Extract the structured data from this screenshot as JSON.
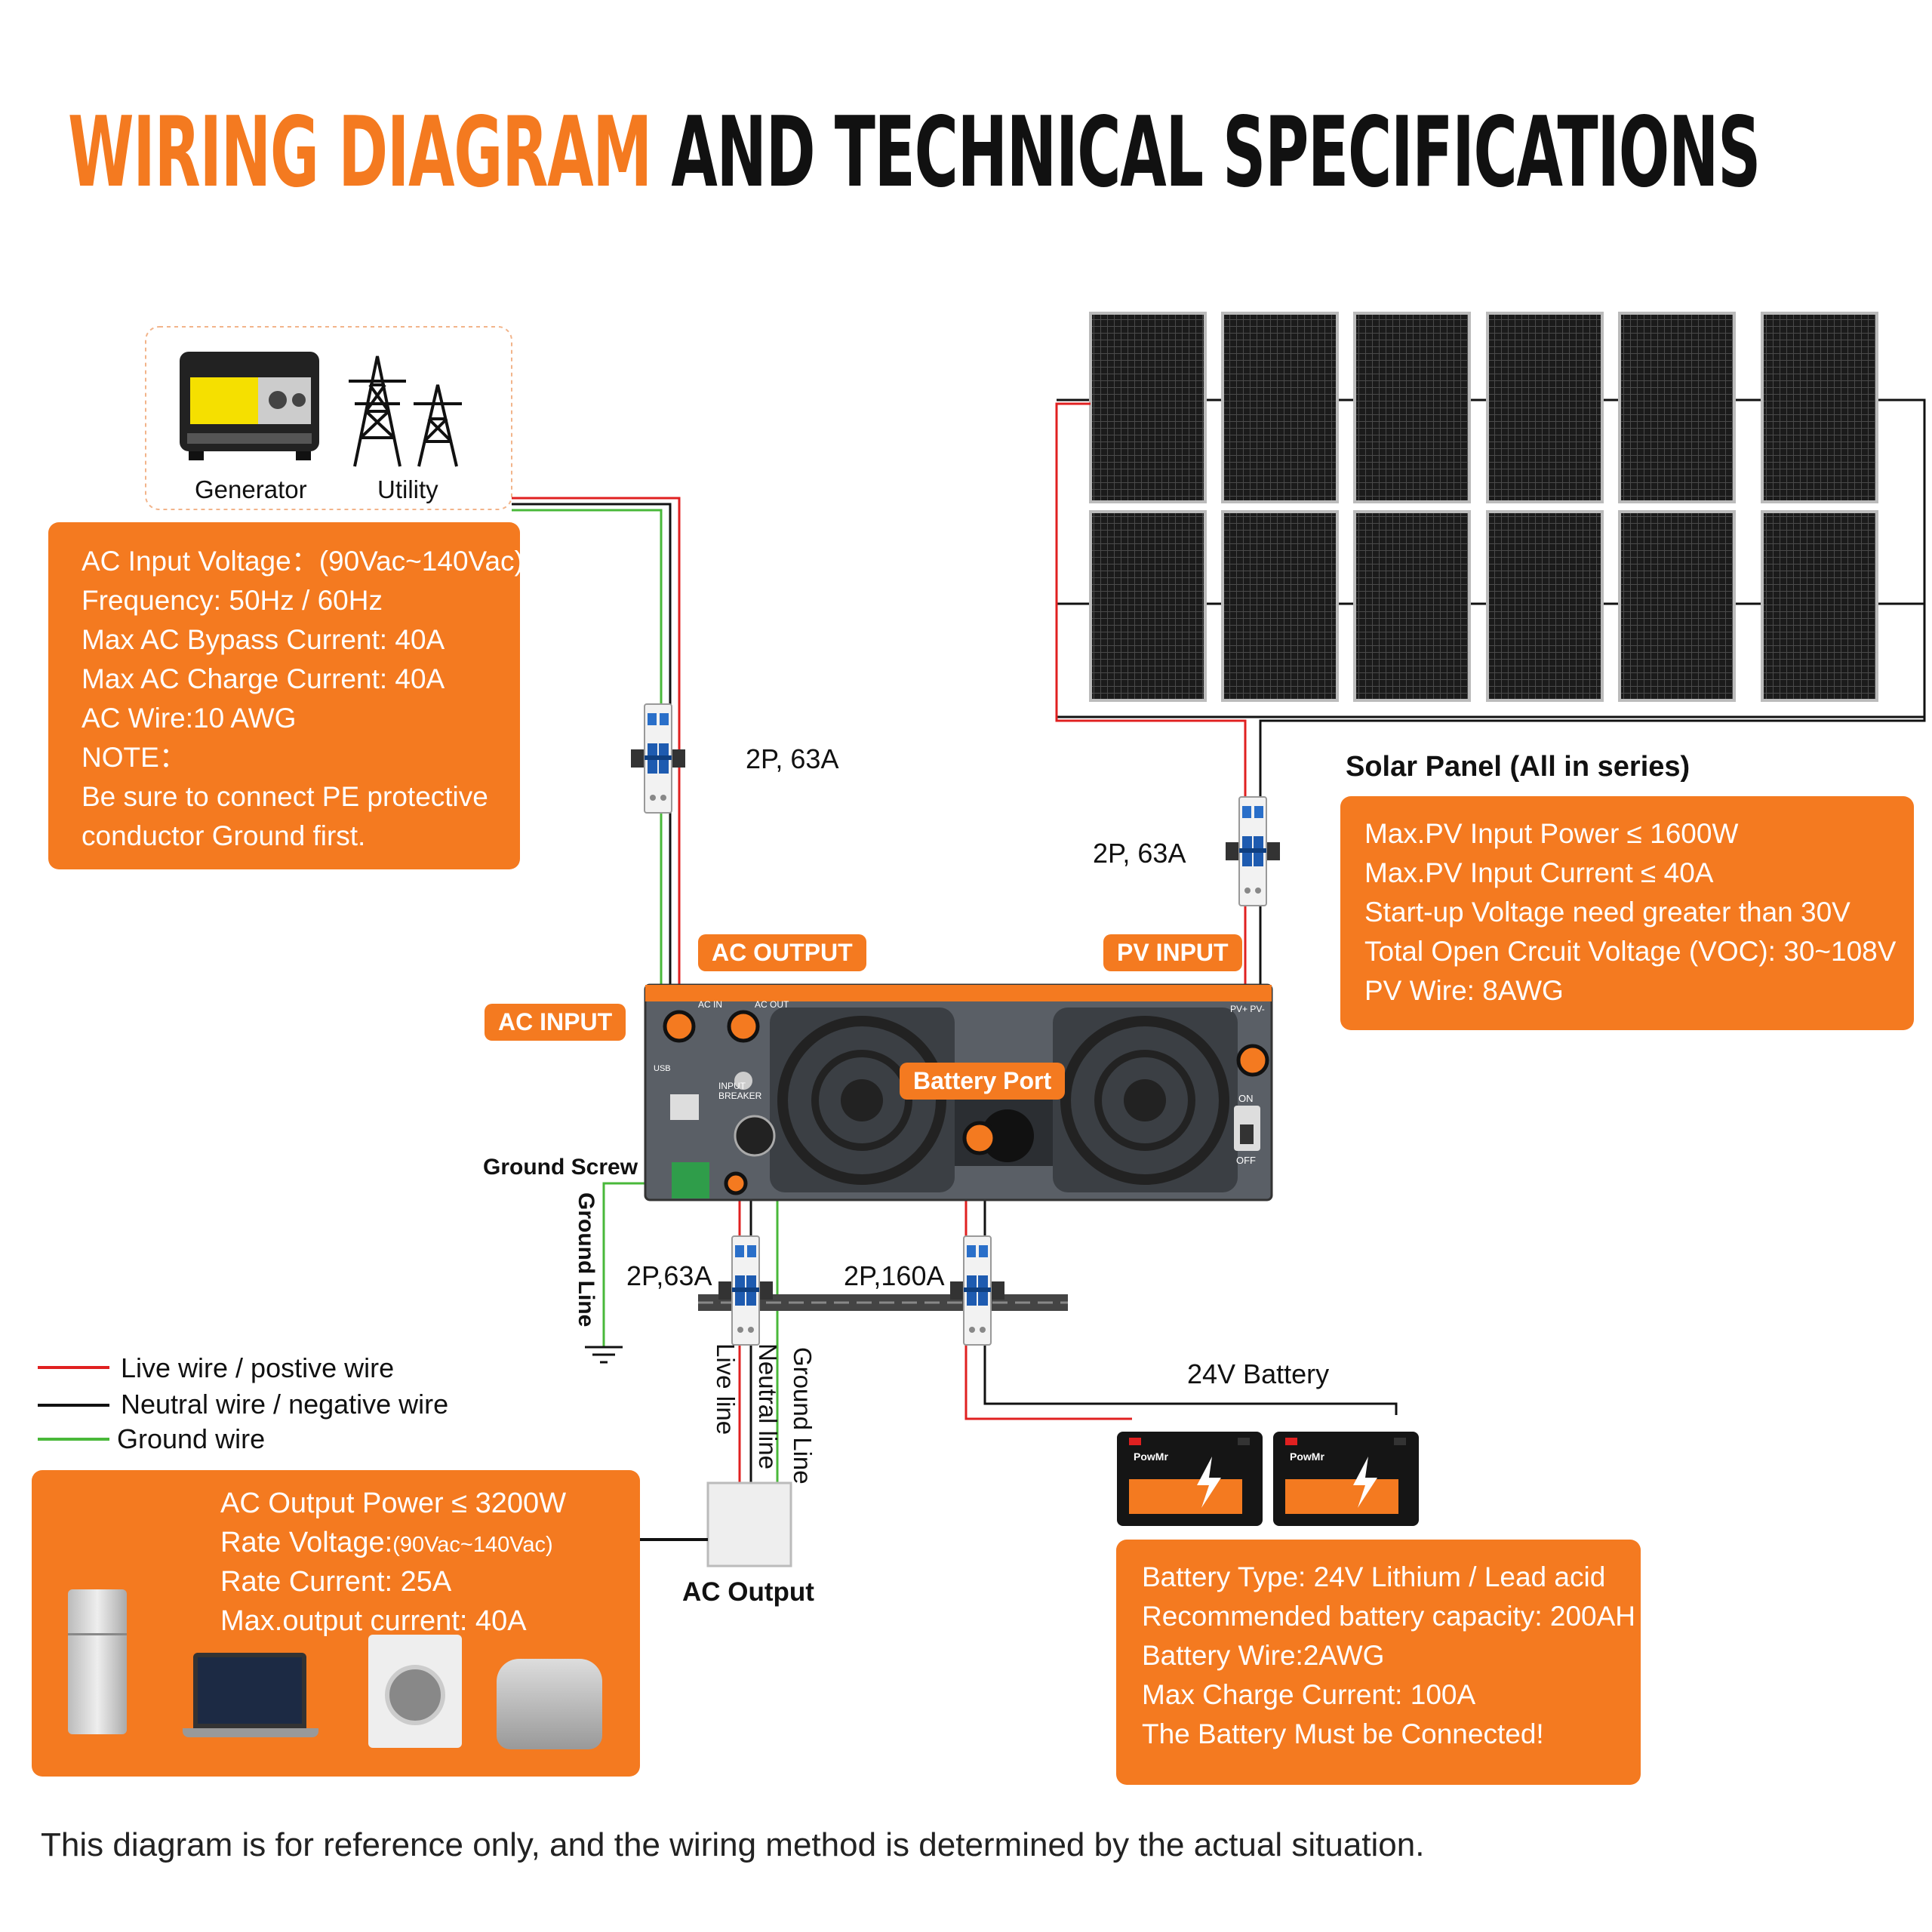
{
  "title": {
    "highlight": "WIRING DIAGRAM",
    "rest": "AND TECHNICAL SPECIFICATIONS"
  },
  "sources": {
    "generator": "Generator",
    "utility": "Utility"
  },
  "ac_input_box": [
    "AC Input Voltage：(90Vac~140Vac)",
    "Frequency: 50Hz / 60Hz",
    "Max AC Bypass Current: 40A",
    "Max AC Charge Current: 40A",
    "AC Wire:10 AWG",
    "NOTE：",
    "Be sure to  connect PE protective",
    "conductor Ground first."
  ],
  "breakers": {
    "ac_input": "2P, 63A",
    "pv": "2P, 63A",
    "ac_output": "2P,63A",
    "battery": "2P,160A"
  },
  "solar": {
    "title": "Solar Panel (All in series)",
    "box": [
      "Max.PV Input Power ≤ 1600W",
      "Max.PV Input Current ≤ 40A",
      "Start-up Voltage need greater than 30V",
      "Total Open Crcuit Voltage (VOC): 30~108V",
      "PV Wire: 8AWG"
    ]
  },
  "inverter": {
    "tags": {
      "ac_input": "AC INPUT",
      "ac_output": "AC OUTPUT",
      "pv_input": "PV INPUT",
      "battery_port": "Battery Port"
    },
    "ground_screw": "Ground Screw",
    "ground_line": "Ground Line",
    "panel_labels": {
      "ac_in": "AC IN",
      "ac_out": "AC OUT",
      "usb": "USB",
      "input_breaker": "INPUT BREAKER",
      "on": "ON",
      "off": "OFF",
      "pv": "PV+ PV-"
    }
  },
  "legend": [
    {
      "label": "Live wire / postive wire",
      "color": "#e02020"
    },
    {
      "label": "Neutral wire  / negative wire",
      "color": "#111111"
    },
    {
      "label": "Ground wire",
      "color": "#49b83a"
    }
  ],
  "output_wires": {
    "live": "Live line",
    "neutral": "Neutral line",
    "ground": "Ground Line"
  },
  "ac_output_label": "AC Output",
  "ac_output_box": {
    "power": "AC Output Power ≤ 3200W",
    "voltage_label": "Rate Voltage:",
    "voltage_value": "(90Vac~140Vac)",
    "current": "Rate Current: 25A",
    "max_current": "Max.output current: 40A"
  },
  "battery": {
    "title": "24V Battery",
    "brand": "PowMr",
    "box": [
      "Battery Type: 24V Lithium / Lead acid",
      "Recommended battery capacity: 200AH",
      "Battery Wire:2AWG",
      "Max Charge Current: 100A",
      "The Battery Must be Connected!"
    ]
  },
  "disclaimer": "This diagram is for reference only, and the wiring method is determined by the actual situation.",
  "colors": {
    "orange": "#f47a20",
    "live": "#e02020",
    "neutral": "#111111",
    "ground": "#49b83a"
  }
}
